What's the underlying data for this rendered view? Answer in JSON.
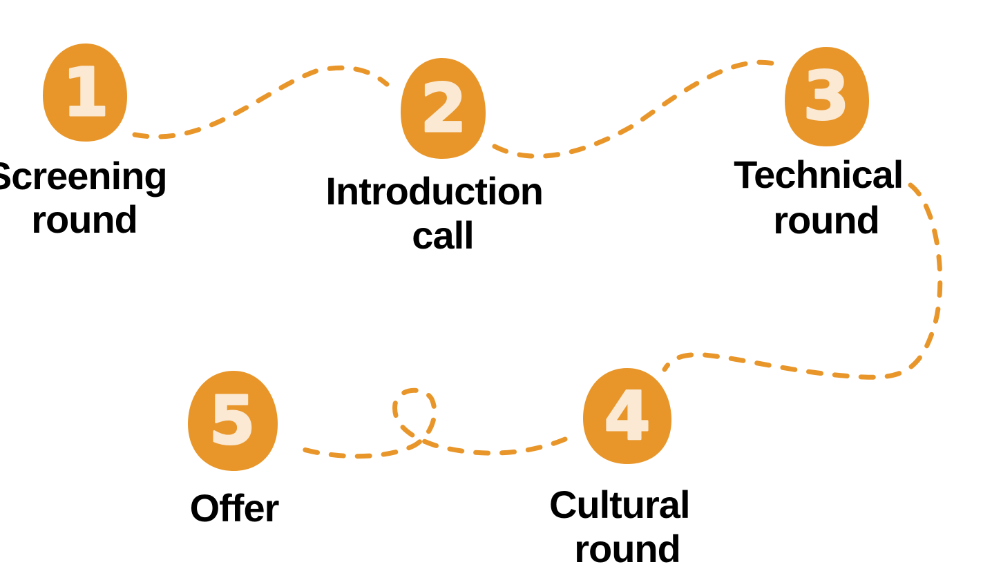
{
  "colors": {
    "accent": "#e8962a",
    "number_text": "#fbe9d3",
    "label_text": "#000000"
  },
  "steps": [
    {
      "number": "1",
      "label_lines": [
        "Screening",
        "round"
      ]
    },
    {
      "number": "2",
      "label_lines": [
        "Introduction",
        "call"
      ]
    },
    {
      "number": "3",
      "label_lines": [
        "Technical",
        "round"
      ]
    },
    {
      "number": "4",
      "label_lines": [
        "Cultural",
        "round"
      ]
    },
    {
      "number": "5",
      "label_lines": [
        "Offer"
      ]
    }
  ]
}
